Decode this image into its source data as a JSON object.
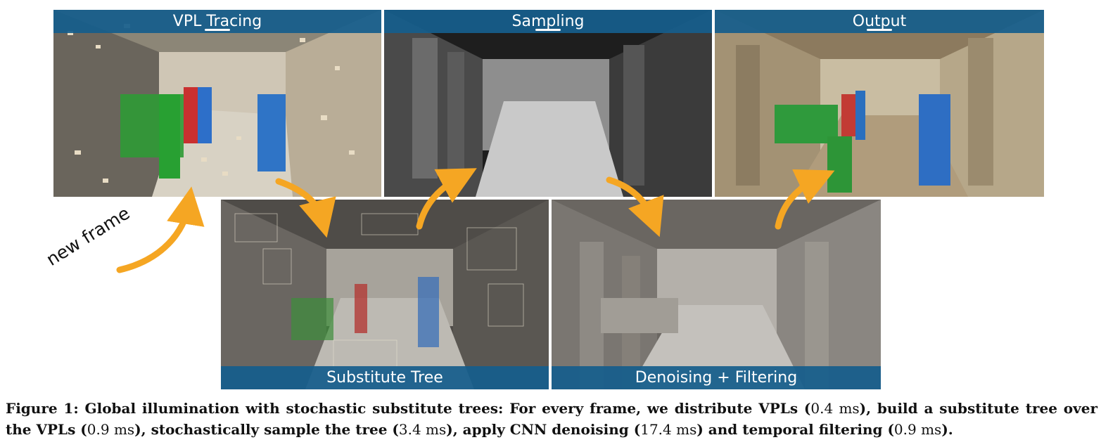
{
  "panels": {
    "vpl_tracing": "VPL Tracing",
    "sampling": "Sampling",
    "output": "Output",
    "substitute_tree": "Substitute Tree",
    "denoising": "Denoising + Filtering"
  },
  "annotation": {
    "new_frame": "new frame"
  },
  "caption": {
    "lead": "Figure 1: Global illumination with stochastic substitute trees: For every frame, we distribute VPLs (",
    "t1": "0.4 ms",
    "p1": "), build a substitute tree over the VPLs (",
    "t2": "0.9 ms",
    "p2": "), stochastically sample the tree (",
    "t3": "3.4 ms",
    "p3": "), apply CNN denoising (",
    "t4": "17.4 ms",
    "p4": ") and temporal filtering (",
    "t5": "0.9 ms",
    "p5": ")."
  },
  "colors": {
    "label_bar": "#165e8c",
    "arrow": "#f5a623"
  }
}
